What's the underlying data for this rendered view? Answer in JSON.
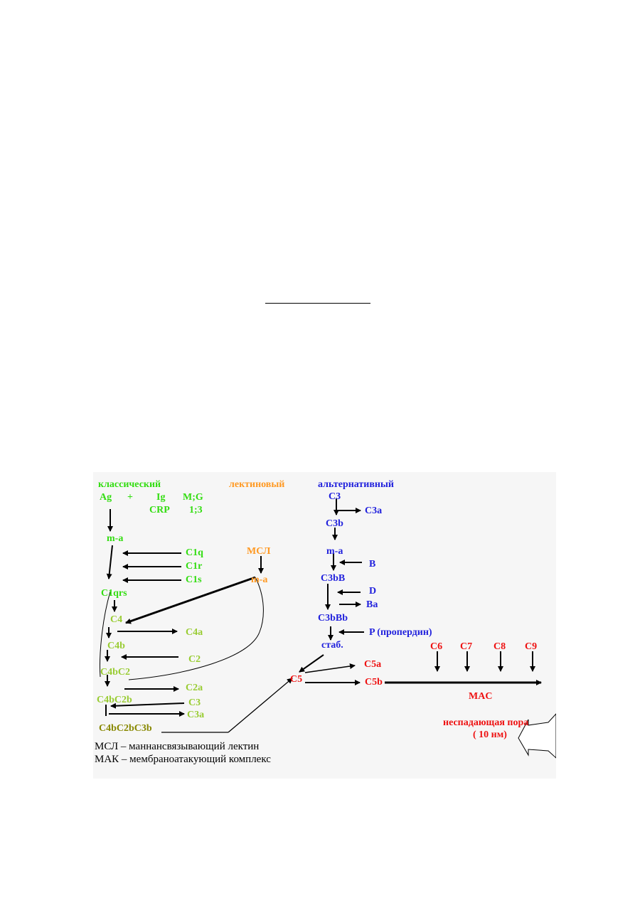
{
  "header": {
    "classical": "классический",
    "lectin": "лектиновый",
    "alternative": "альтернативный"
  },
  "classical": {
    "ag": "Ag",
    "plus": "+",
    "ig": "Ig",
    "mg": "M;G",
    "crp": "CRP",
    "ratio": "1;3",
    "ma": "m-a",
    "c1q": "C1q",
    "c1r": "C1r",
    "c1s": "C1s",
    "c1qrs": "C1qrs",
    "c4": "C4",
    "c4a": "C4a",
    "c4b": "C4b",
    "c2": "C2",
    "c4bc2": "C4bC2",
    "c2a": "C2a",
    "c4bc2b": "C4bC2b",
    "c3": "C3",
    "c3a": "C3a",
    "c4bc2bc3b": "C4bC2bC3b"
  },
  "lectin": {
    "msl": "МСЛ",
    "ma": "m-a"
  },
  "alternative": {
    "c3": "C3",
    "c3a": "C3a",
    "c3b": "C3b",
    "ma": "m-a",
    "b": "B",
    "c3bb": "C3bB",
    "d": "D",
    "ba": "Ba",
    "c3bbb": "C3bBb",
    "p": "P (пропердин)",
    "stab": "стаб."
  },
  "terminal": {
    "c5": "C5",
    "c5a": "C5a",
    "c5b": "C5b",
    "c6": "C6",
    "c7": "C7",
    "c8": "C8",
    "c9": "C9",
    "mac": "MAC",
    "pore_line1": "неспадающая пора",
    "pore_line2": "(   10 нм)"
  },
  "legend": {
    "msl": "МСЛ – маннансвязывающий лектин",
    "mak": "МАК – мембраноатакующий комплекс"
  }
}
